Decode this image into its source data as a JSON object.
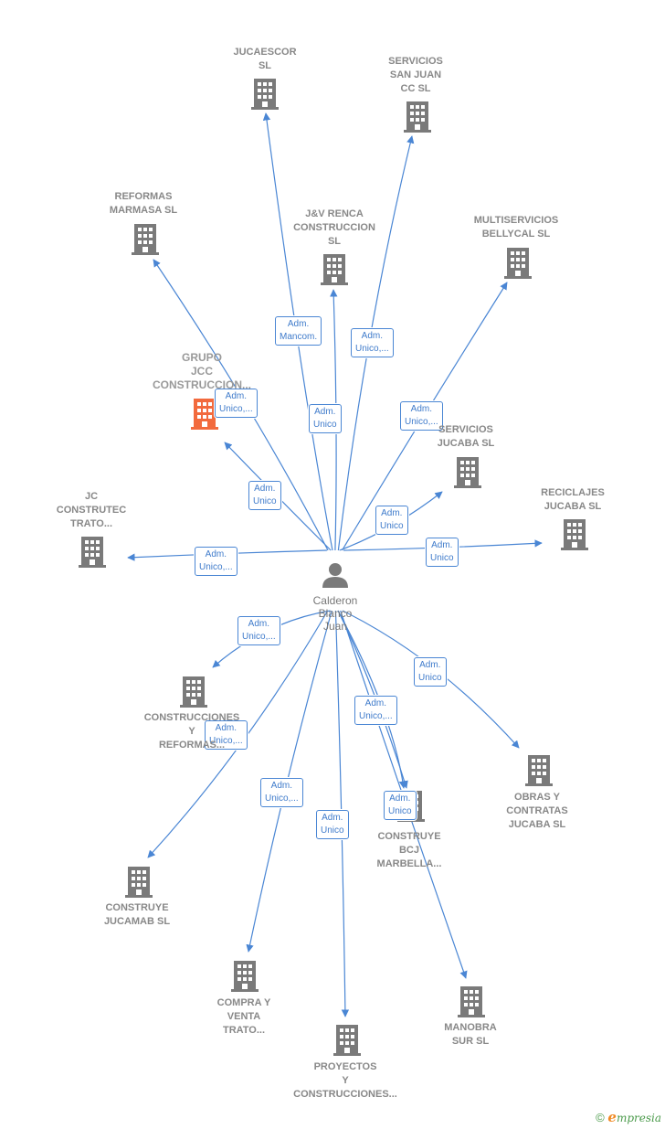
{
  "center": {
    "label": "Calderon\nBlanco\nJuan"
  },
  "nodes": [
    {
      "id": "jucaescor",
      "label": "JUCAESCOR\nSL",
      "focus": false
    },
    {
      "id": "servicios-san-juan",
      "label": "SERVICIOS\nSAN JUAN\nCC  SL",
      "focus": false
    },
    {
      "id": "reformas-marmasa",
      "label": "REFORMAS\nMARMASA  SL",
      "focus": false
    },
    {
      "id": "jv-renca",
      "label": "J&V RENCA\nCONSTRUCCION\nSL",
      "focus": false
    },
    {
      "id": "multiservicios-bellycal",
      "label": "MULTISERVICIOS\nBELLYCAL SL",
      "focus": false
    },
    {
      "id": "grupo-jcc",
      "label": "GRUPO\nJCC\nCONSTRUCCION...",
      "focus": true
    },
    {
      "id": "servicios-jucaba",
      "label": "SERVICIOS\nJUCABA SL",
      "focus": false
    },
    {
      "id": "jc-construtec",
      "label": "JC\nCONSTRUTEC\nTRATO...",
      "focus": false
    },
    {
      "id": "reciclajes-jucaba",
      "label": "RECICLAJES\nJUCABA  SL",
      "focus": false
    },
    {
      "id": "construcciones-y-reformas",
      "label": "CONSTRUCCIONES\nY\nREFORMAS...",
      "focus": false
    },
    {
      "id": "obras-y-contratas",
      "label": "OBRAS Y\nCONTRATAS\nJUCABA  SL",
      "focus": false
    },
    {
      "id": "construye-bcj",
      "label": "CONSTRUYE\nBCJ\nMARBELLA...",
      "focus": false
    },
    {
      "id": "construye-jucamab",
      "label": "CONSTRUYE\nJUCAMAB  SL",
      "focus": false
    },
    {
      "id": "compra-y-venta",
      "label": "COMPRA Y\nVENTA\nTRATO...",
      "focus": false
    },
    {
      "id": "manobra-sur",
      "label": "MANOBRA\nSUR SL",
      "focus": false
    },
    {
      "id": "proyectos-y-construcciones",
      "label": "PROYECTOS\nY\nCONSTRUCCIONES...",
      "focus": false
    }
  ],
  "edges": [
    {
      "to": "jucaescor",
      "label": "Adm.\nMancom."
    },
    {
      "to": "servicios-san-juan",
      "label": "Adm.\nUnico,..."
    },
    {
      "to": "reformas-marmasa",
      "label": "Adm.\nUnico,..."
    },
    {
      "to": "jv-renca",
      "label": "Adm.\nUnico"
    },
    {
      "to": "multiservicios-bellycal",
      "label": "Adm.\nUnico,..."
    },
    {
      "to": "grupo-jcc",
      "label": "Adm.\nUnico"
    },
    {
      "to": "servicios-jucaba",
      "label": "Adm.\nUnico"
    },
    {
      "to": "jc-construtec",
      "label": "Adm.\nUnico,..."
    },
    {
      "to": "reciclajes-jucaba",
      "label": "Adm.\nUnico"
    },
    {
      "to": "construcciones-y-reformas",
      "label": "Adm.\nUnico,..."
    },
    {
      "to": "obras-y-contratas",
      "label": "Adm.\nUnico"
    },
    {
      "to": "construye-bcj",
      "label": "Adm.\nUnico,..."
    },
    {
      "to": "construye-bcj",
      "label": "Adm.\nUnico"
    },
    {
      "to": "construye-jucamab",
      "label": "Adm.\nUnico,..."
    },
    {
      "to": "compra-y-venta",
      "label": "Adm.\nUnico,..."
    },
    {
      "to": "manobra-sur",
      "label": ""
    },
    {
      "to": "proyectos-y-construcciones",
      "label": "Adm.\nUnico"
    }
  ],
  "footer": {
    "copyright": "©",
    "brand_initial": "e",
    "brand_rest": "mpresia"
  },
  "colors": {
    "edge": "#4a86d4",
    "building": "#7a7a7a",
    "focus_building": "#f26a3d",
    "person": "#7a7a7a"
  }
}
